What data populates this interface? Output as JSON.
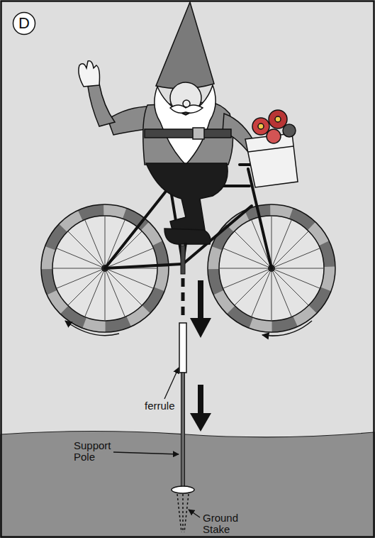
{
  "diagram": {
    "nodes": [
      {
        "text": [
          "D"
        ]
      }
    ],
    "labels": [
      "ferrule",
      "Support Pole",
      "Ground Stake"
    ]
  }
}
